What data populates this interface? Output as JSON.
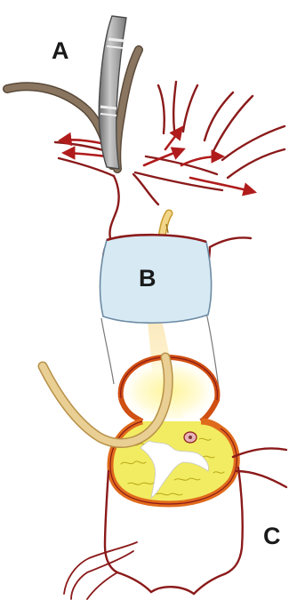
{
  "labels": {
    "a": "A",
    "b": "B",
    "c": "C"
  },
  "colors": {
    "vessel": "#8b1a1a",
    "arrow": "#b01c1c",
    "endoscope": "#9a9a9a",
    "guidewire": "#8a7660",
    "balloon": "#d7eaf4",
    "catheter": "#e9cf93",
    "cyst_rim": "#e06a1c",
    "necrosis": "#f2ec62"
  }
}
